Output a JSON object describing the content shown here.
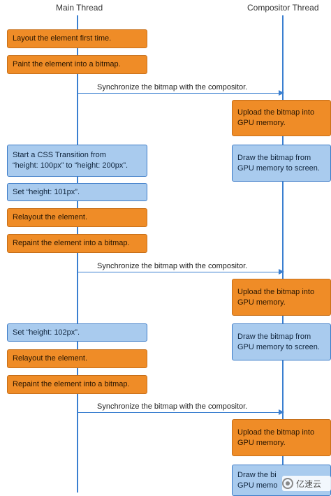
{
  "headers": {
    "main": "Main Thread",
    "compositor": "Compositor Thread"
  },
  "main_steps": [
    "Layout the element first time.",
    "Paint the element into a bitmap.",
    "Start a CSS Transition from\n“height: 100px” to “height: 200px”.",
    "Set “height: 101px”.",
    "Relayout the element.",
    "Repaint the element into a bitmap.",
    "Set “height: 102px”.",
    "Relayout the element.",
    "Repaint the element into a bitmap."
  ],
  "sync_messages": [
    "Synchronize the bitmap with the compositor.",
    "Synchronize the bitmap with the compositor.",
    "Synchronize the bitmap with the compositor."
  ],
  "compositor_steps": [
    "Upload the bitmap into\nGPU memory.",
    "Draw the bitmap from\nGPU memory to screen.",
    "Upload the bitmap into\nGPU memory.",
    "Draw the bitmap from\nGPU memory to screen.",
    "Upload the bitmap into\nGPU memory.",
    "Draw the bi\nGPU memo"
  ],
  "watermark": "亿速云",
  "colors": {
    "orange": "#ef8c27",
    "blue": "#a9cbee",
    "line": "#3a7fd0"
  }
}
